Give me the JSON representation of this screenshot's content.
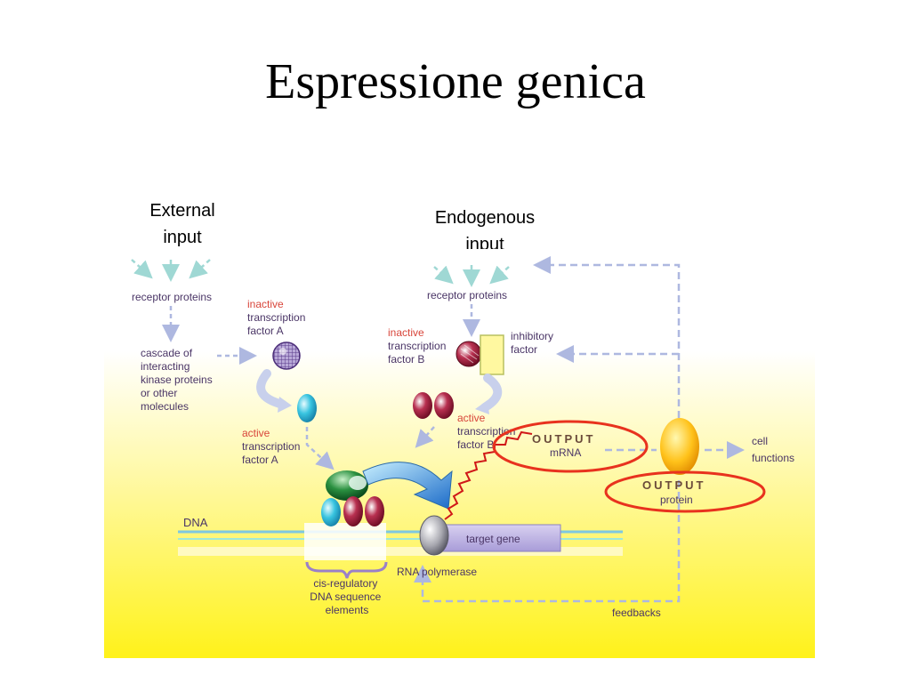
{
  "slide": {
    "title": "Espressione genica"
  },
  "captions": {
    "external": [
      "External",
      "input"
    ],
    "endogenous": [
      "Endogenous",
      "input"
    ]
  },
  "diagram": {
    "receptor_left": "receptor proteins",
    "receptor_right": "receptor proteins",
    "inactive_a": [
      "inactive",
      "transcription",
      "factor A"
    ],
    "cascade": [
      "cascade of",
      "interacting",
      "kinase proteins",
      "or other",
      "molecules"
    ],
    "active_a": [
      "active",
      "transcription",
      "factor A"
    ],
    "inactive_b": [
      "inactive",
      "transcription",
      "factor B"
    ],
    "inhibitory": [
      "inhibitory",
      "factor"
    ],
    "active_b": [
      "active",
      "transcription",
      "factor B"
    ],
    "output_mrna_title": "OUTPUT",
    "output_mrna_sub": "mRNA",
    "output_protein_title": "OUTPUT",
    "output_protein_sub": "protein",
    "cell_functions": [
      "cell",
      "functions"
    ],
    "dna": "DNA",
    "target_gene": "target gene",
    "rna_polymerase": "RNA polymerase",
    "cis_regulatory": [
      "cis-regulatory",
      "DNA sequence",
      "elements"
    ],
    "feedbacks": "feedbacks"
  },
  "colors": {
    "background_gradient_top": "#ffffff",
    "background_gradient_bottom": "#fff21a",
    "arrow": "#aeb8e0",
    "arrow_teal": "#9fd8d4",
    "highlight_circle": "#e8321e",
    "mrna_wave": "#d01818",
    "dna_line": "#7ec8e0"
  }
}
